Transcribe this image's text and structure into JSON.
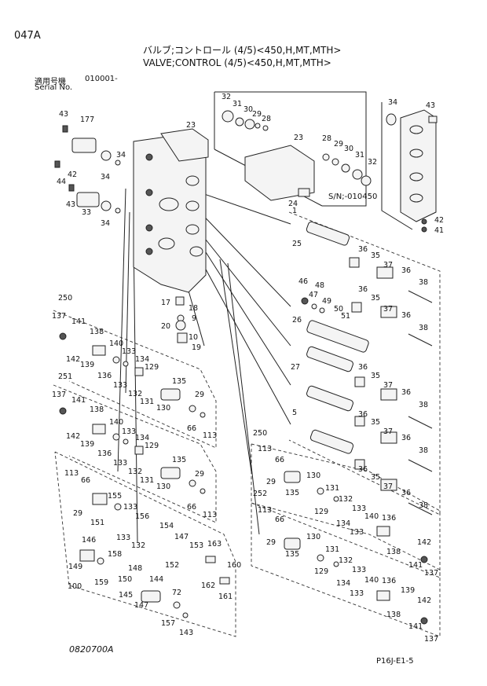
{
  "header": {
    "page_id": "047A",
    "title_jp": "バルブ;コントロール (4/5)<450,H,MT,MTH>",
    "title_en": "VALVE;CONTROL (4/5)<450,H,MT,MTH>",
    "serial_label_jp": "適用号機",
    "serial_value": "010001-",
    "serial_label_en": "Serial No."
  },
  "note": "S/N;-010450",
  "footer": {
    "left": "0820700A",
    "right": "P16J-E1-5"
  },
  "callouts": [
    {
      "id": "c1",
      "text": "43"
    },
    {
      "id": "c2",
      "text": "177"
    },
    {
      "id": "c3",
      "text": "23"
    },
    {
      "id": "c4",
      "text": "34"
    },
    {
      "id": "c5",
      "text": "42"
    },
    {
      "id": "c6",
      "text": "44"
    },
    {
      "id": "c7",
      "text": "34"
    },
    {
      "id": "c8",
      "text": "43"
    },
    {
      "id": "c9",
      "text": "33"
    },
    {
      "id": "c10",
      "text": "34"
    },
    {
      "id": "c11",
      "text": "32"
    },
    {
      "id": "c12",
      "text": "31"
    },
    {
      "id": "c13",
      "text": "30"
    },
    {
      "id": "c14",
      "text": "29"
    },
    {
      "id": "c15",
      "text": "28"
    },
    {
      "id": "c16",
      "text": "23"
    },
    {
      "id": "c17",
      "text": "28"
    },
    {
      "id": "c18",
      "text": "29"
    },
    {
      "id": "c19",
      "text": "30"
    },
    {
      "id": "c20",
      "text": "31"
    },
    {
      "id": "c21",
      "text": "32"
    },
    {
      "id": "c22",
      "text": "34"
    },
    {
      "id": "c23",
      "text": "43"
    },
    {
      "id": "c24",
      "text": "24"
    },
    {
      "id": "c25",
      "text": "1"
    },
    {
      "id": "c26",
      "text": "42"
    },
    {
      "id": "c27",
      "text": "41"
    },
    {
      "id": "c28",
      "text": "25"
    },
    {
      "id": "c29",
      "text": "36"
    },
    {
      "id": "c30",
      "text": "35"
    },
    {
      "id": "c31",
      "text": "37"
    },
    {
      "id": "c32",
      "text": "36"
    },
    {
      "id": "c33",
      "text": "38"
    },
    {
      "id": "c34",
      "text": "46"
    },
    {
      "id": "c35",
      "text": "48"
    },
    {
      "id": "c36",
      "text": "47"
    },
    {
      "id": "c37",
      "text": "49"
    },
    {
      "id": "c38",
      "text": "50"
    },
    {
      "id": "c39",
      "text": "51"
    },
    {
      "id": "c40",
      "text": "36"
    },
    {
      "id": "c41",
      "text": "35"
    },
    {
      "id": "c42",
      "text": "37"
    },
    {
      "id": "c43",
      "text": "36"
    },
    {
      "id": "c44",
      "text": "38"
    },
    {
      "id": "c45",
      "text": "26"
    },
    {
      "id": "c46",
      "text": "27"
    },
    {
      "id": "c47",
      "text": "36"
    },
    {
      "id": "c48",
      "text": "35"
    },
    {
      "id": "c49",
      "text": "37"
    },
    {
      "id": "c50",
      "text": "36"
    },
    {
      "id": "c51",
      "text": "38"
    },
    {
      "id": "c52",
      "text": "5"
    },
    {
      "id": "c53",
      "text": "36"
    },
    {
      "id": "c54",
      "text": "35"
    },
    {
      "id": "c55",
      "text": "37"
    },
    {
      "id": "c56",
      "text": "36"
    },
    {
      "id": "c57",
      "text": "38"
    },
    {
      "id": "c58",
      "text": "36"
    },
    {
      "id": "c59",
      "text": "35"
    },
    {
      "id": "c60",
      "text": "37"
    },
    {
      "id": "c61",
      "text": "36"
    },
    {
      "id": "c62",
      "text": "38"
    },
    {
      "id": "c63",
      "text": "17"
    },
    {
      "id": "c64",
      "text": "18"
    },
    {
      "id": "c65",
      "text": "9"
    },
    {
      "id": "c66",
      "text": "20"
    },
    {
      "id": "c67",
      "text": "10"
    },
    {
      "id": "c68",
      "text": "19"
    },
    {
      "id": "c69",
      "text": "250"
    },
    {
      "id": "c70",
      "text": "137"
    },
    {
      "id": "c71",
      "text": "141"
    },
    {
      "id": "c72",
      "text": "138"
    },
    {
      "id": "c73",
      "text": "142"
    },
    {
      "id": "c74",
      "text": "139"
    },
    {
      "id": "c75",
      "text": "140"
    },
    {
      "id": "c76",
      "text": "133"
    },
    {
      "id": "c77",
      "text": "136"
    },
    {
      "id": "c78",
      "text": "134"
    },
    {
      "id": "c79",
      "text": "133"
    },
    {
      "id": "c80",
      "text": "129"
    },
    {
      "id": "c81",
      "text": "132"
    },
    {
      "id": "c82",
      "text": "131"
    },
    {
      "id": "c83",
      "text": "135"
    },
    {
      "id": "c84",
      "text": "130"
    },
    {
      "id": "c85",
      "text": "29"
    },
    {
      "id": "c86",
      "text": "66"
    },
    {
      "id": "c87",
      "text": "113"
    },
    {
      "id": "c88",
      "text": "251"
    },
    {
      "id": "c89",
      "text": "137"
    },
    {
      "id": "c90",
      "text": "141"
    },
    {
      "id": "c91",
      "text": "138"
    },
    {
      "id": "c92",
      "text": "142"
    },
    {
      "id": "c93",
      "text": "139"
    },
    {
      "id": "c94",
      "text": "140"
    },
    {
      "id": "c95",
      "text": "133"
    },
    {
      "id": "c96",
      "text": "136"
    },
    {
      "id": "c97",
      "text": "134"
    },
    {
      "id": "c98",
      "text": "133"
    },
    {
      "id": "c99",
      "text": "129"
    },
    {
      "id": "c100",
      "text": "132"
    },
    {
      "id": "c101",
      "text": "131"
    },
    {
      "id": "c102",
      "text": "135"
    },
    {
      "id": "c103",
      "text": "130"
    },
    {
      "id": "c104",
      "text": "29"
    },
    {
      "id": "c105",
      "text": "66"
    },
    {
      "id": "c106",
      "text": "113"
    },
    {
      "id": "c107",
      "text": "113"
    },
    {
      "id": "c108",
      "text": "66"
    },
    {
      "id": "c109",
      "text": "155"
    },
    {
      "id": "c110",
      "text": "29"
    },
    {
      "id": "c111",
      "text": "133"
    },
    {
      "id": "c112",
      "text": "151"
    },
    {
      "id": "c113",
      "text": "156"
    },
    {
      "id": "c114",
      "text": "154"
    },
    {
      "id": "c115",
      "text": "133"
    },
    {
      "id": "c116",
      "text": "132"
    },
    {
      "id": "c117",
      "text": "146"
    },
    {
      "id": "c118",
      "text": "147"
    },
    {
      "id": "c119",
      "text": "149"
    },
    {
      "id": "c120",
      "text": "158"
    },
    {
      "id": "c121",
      "text": "153"
    },
    {
      "id": "c122",
      "text": "152"
    },
    {
      "id": "c123",
      "text": "163"
    },
    {
      "id": "c124",
      "text": "148"
    },
    {
      "id": "c125",
      "text": "150"
    },
    {
      "id": "c126",
      "text": "160"
    },
    {
      "id": "c127",
      "text": "100"
    },
    {
      "id": "c128",
      "text": "159"
    },
    {
      "id": "c129",
      "text": "144"
    },
    {
      "id": "c130",
      "text": "162"
    },
    {
      "id": "c131",
      "text": "145"
    },
    {
      "id": "c132",
      "text": "72"
    },
    {
      "id": "c133",
      "text": "147"
    },
    {
      "id": "c134",
      "text": "161"
    },
    {
      "id": "c135",
      "text": "157"
    },
    {
      "id": "c136",
      "text": "143"
    },
    {
      "id": "c137",
      "text": "250"
    },
    {
      "id": "c138",
      "text": "113"
    },
    {
      "id": "c139",
      "text": "66"
    },
    {
      "id": "c140",
      "text": "29"
    },
    {
      "id": "c141",
      "text": "130"
    },
    {
      "id": "c142",
      "text": "135"
    },
    {
      "id": "c143",
      "text": "131"
    },
    {
      "id": "c144",
      "text": "129"
    },
    {
      "id": "c145",
      "text": "132"
    },
    {
      "id": "c146",
      "text": "134"
    },
    {
      "id": "c147",
      "text": "133"
    },
    {
      "id": "c148",
      "text": "133"
    },
    {
      "id": "c149",
      "text": "140"
    },
    {
      "id": "c150",
      "text": "136"
    },
    {
      "id": "c151",
      "text": "142"
    },
    {
      "id": "c152",
      "text": "138"
    },
    {
      "id": "c153",
      "text": "141"
    },
    {
      "id": "c154",
      "text": "137"
    },
    {
      "id": "c155",
      "text": "252"
    },
    {
      "id": "c156",
      "text": "113"
    },
    {
      "id": "c157",
      "text": "66"
    },
    {
      "id": "c158",
      "text": "29"
    },
    {
      "id": "c159",
      "text": "130"
    },
    {
      "id": "c160",
      "text": "135"
    },
    {
      "id": "c161",
      "text": "131"
    },
    {
      "id": "c162",
      "text": "129"
    },
    {
      "id": "c163",
      "text": "132"
    },
    {
      "id": "c164",
      "text": "134"
    },
    {
      "id": "c165",
      "text": "133"
    },
    {
      "id": "c166",
      "text": "133"
    },
    {
      "id": "c167",
      "text": "140"
    },
    {
      "id": "c168",
      "text": "136"
    },
    {
      "id": "c169",
      "text": "139"
    },
    {
      "id": "c170",
      "text": "142"
    },
    {
      "id": "c171",
      "text": "138"
    },
    {
      "id": "c172",
      "text": "141"
    },
    {
      "id": "c173",
      "text": "137"
    }
  ]
}
